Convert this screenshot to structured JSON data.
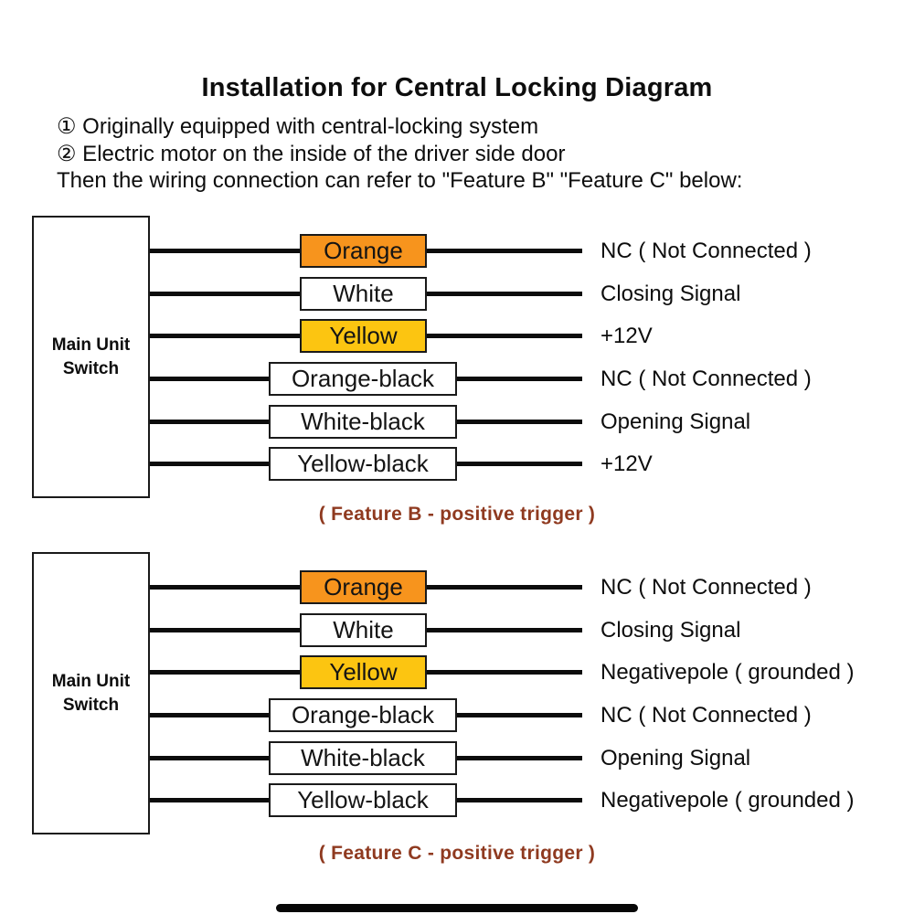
{
  "header": {
    "title": "Installation for Central Locking Diagram",
    "notes": [
      "① Originally equipped with central-locking system",
      "② Electric motor on the inside of the driver side door",
      "Then the wiring connection can refer to \"Feature B\" \"Feature C\" below:"
    ]
  },
  "colors": {
    "orange_wire_box": "#F7941D",
    "yellow_wire_box": "#FCC511",
    "white_wire_box": "#FFFFFF",
    "wire_line": "#0C0C0C",
    "caption_text": "#8F3A20",
    "body_text": "#0D0D0D",
    "background": "#FFFFFF"
  },
  "diagrams": [
    {
      "id": "feature-b",
      "unit_label_line1": "Main Unit",
      "unit_label_line2": "Switch",
      "caption": "( Feature B - positive trigger )",
      "rows": [
        {
          "wire": "Orange",
          "fill": "orange",
          "function": "NC ( Not Connected )"
        },
        {
          "wire": "White",
          "fill": "white",
          "function": "Closing Signal"
        },
        {
          "wire": "Yellow",
          "fill": "yellow",
          "function": "+12V"
        },
        {
          "wire": "Orange-black",
          "fill": "white",
          "function": "NC ( Not Connected )"
        },
        {
          "wire": "White-black",
          "fill": "white",
          "function": "Opening Signal"
        },
        {
          "wire": "Yellow-black",
          "fill": "white",
          "function": "+12V"
        }
      ]
    },
    {
      "id": "feature-c",
      "unit_label_line1": "Main Unit",
      "unit_label_line2": "Switch",
      "caption": "( Feature C - positive trigger )",
      "rows": [
        {
          "wire": "Orange",
          "fill": "orange",
          "function": "NC ( Not Connected )"
        },
        {
          "wire": "White",
          "fill": "white",
          "function": "Closing Signal"
        },
        {
          "wire": "Yellow",
          "fill": "yellow",
          "function": "Negativepole ( grounded )"
        },
        {
          "wire": "Orange-black",
          "fill": "white",
          "function": "NC ( Not Connected )"
        },
        {
          "wire": "White-black",
          "fill": "white",
          "function": "Opening Signal"
        },
        {
          "wire": "Yellow-black",
          "fill": "white",
          "function": "Negativepole ( grounded )"
        }
      ]
    }
  ]
}
